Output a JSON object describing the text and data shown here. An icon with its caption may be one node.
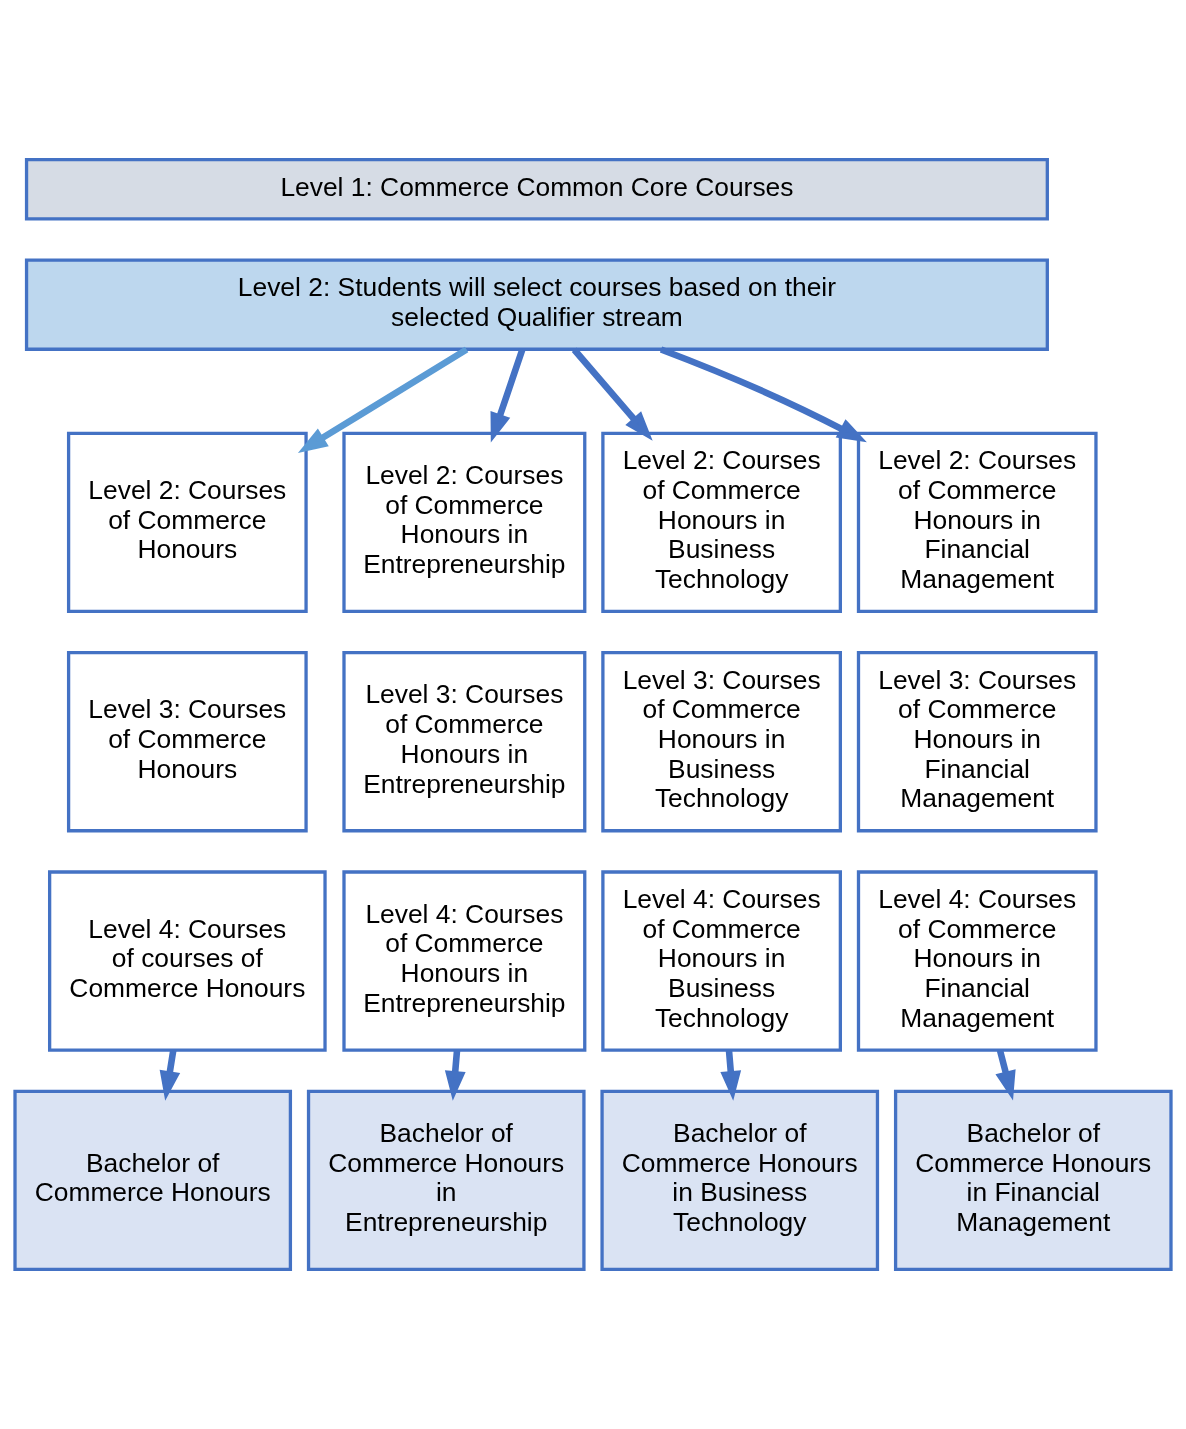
{
  "diagram": {
    "nodes": [
      {
        "text": [
          "Level 1: Commerce Common Core Courses"
        ]
      },
      {
        "text": [
          "Level 2: Students will select courses based on their selected Qualifier stream"
        ]
      },
      {
        "text": [
          "Level 2: Courses of Commerce Honours"
        ]
      },
      {
        "text": [
          "Level 2: Courses of Commerce Honours in Entrepreneurship"
        ]
      },
      {
        "text": [
          "Level 2: Courses of Commerce Honours in Business Technology"
        ]
      },
      {
        "text": [
          "Level 2: Courses of Commerce Honours in Financial Management"
        ]
      },
      {
        "text": [
          "Level 3: Courses of Commerce Honours"
        ]
      },
      {
        "text": [
          "Level 3: Courses of Commerce Honours in Entrepreneurship"
        ]
      },
      {
        "text": [
          "Level 3: Courses of Commerce Honours in Business Technology"
        ]
      },
      {
        "text": [
          "Level 3: Courses of Commerce Honours in Financial Management"
        ]
      },
      {
        "text": [
          "Level 4: Courses of courses of Commerce Honours"
        ]
      },
      {
        "text": [
          "Level 4: Courses of Commerce Honours in Entrepreneurship"
        ]
      },
      {
        "text": [
          "Level 4: Courses of Commerce Honours in Business Technology"
        ]
      },
      {
        "text": [
          "Level 4: Courses of Commerce Honours in Financial Management"
        ]
      },
      {
        "text": [
          "Bachelor of Commerce Honours"
        ]
      },
      {
        "text": [
          "Bachelor of Commerce Honours in Entrepreneurship"
        ]
      },
      {
        "text": [
          "Bachelor of Commerce Honours in Business Technology"
        ]
      },
      {
        "text": [
          "Bachelor of Commerce Honours in Financial Management"
        ]
      }
    ],
    "edges": [
      {
        "from": 1,
        "to": 2,
        "arrow": "to",
        "color": "#5b9bd5"
      },
      {
        "from": 1,
        "to": 3,
        "arrow": "to"
      },
      {
        "from": 1,
        "to": 4,
        "arrow": "to"
      },
      {
        "from": 1,
        "to": 5,
        "arrow": "to"
      },
      {
        "from": 10,
        "to": 14,
        "arrow": "to"
      },
      {
        "from": 11,
        "to": 15,
        "arrow": "to"
      },
      {
        "from": 12,
        "to": 16,
        "arrow": "to"
      },
      {
        "from": 13,
        "to": 17,
        "arrow": "to"
      }
    ]
  }
}
